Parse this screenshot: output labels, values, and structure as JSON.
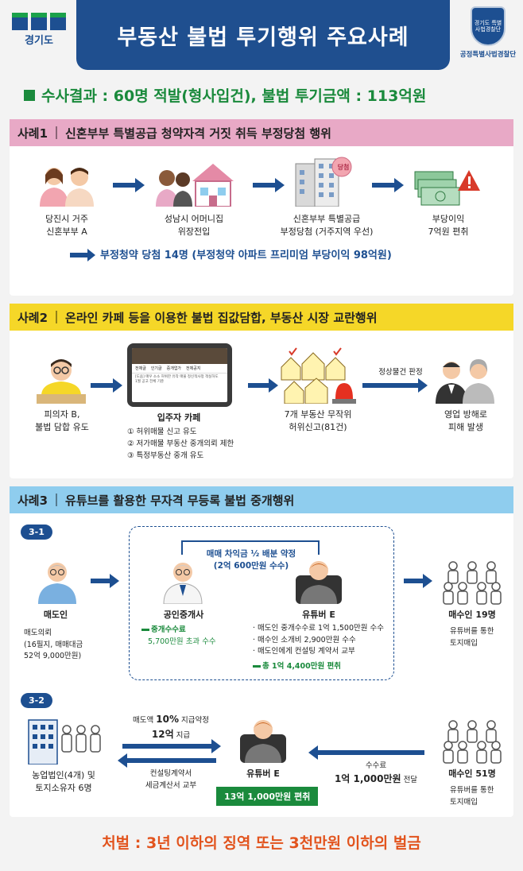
{
  "header": {
    "title": "부동산 불법 투기행위 주요사례",
    "left_logo_text": "경기도",
    "right_logo_emblem": "경기도 특별사법경찰단",
    "right_logo_caption": "공정특별사법경찰단"
  },
  "summary": "수사결과 : 60명 적발(형사입건), 불법 투기금액 : 113억원",
  "case1": {
    "tag": "사례1",
    "title": "신혼부부 특별공급 청약자격 거짓 취득 부정당첨 행위",
    "steps": [
      {
        "line1": "당진시 거주",
        "line2": "신혼부부 A"
      },
      {
        "line1": "성남시 어머니집",
        "line2": "위장전입"
      },
      {
        "line1": "신혼부부 특별공급",
        "line2": "부정당첨 (거주지역 우선)"
      },
      {
        "line1": "부당이익",
        "line2": "7억원 편취"
      }
    ],
    "building_badge": "당첨",
    "result": "부정청약 당첨 14명 (부정청약 아파트 프리미엄 부당이익 98억원)"
  },
  "case2": {
    "tag": "사례2",
    "title": "온라인 카페 등을 이용한 불법 집값담합, 부동산 시장 교란행위",
    "suspect": {
      "line1": "피의자 B,",
      "line2": "불법 담합 유도"
    },
    "cafe_title": "입주자 카페",
    "cafe_items": [
      "① 허위매물 신고 유도",
      "② 저가매물 부동산 중개의뢰 제한",
      "③ 특정부동산 중개 유도"
    ],
    "screen_tabs": [
      "전체글",
      "인기글",
      "중개업가",
      "전체공지"
    ],
    "screen_lines": [
      "[도움] 매우 소소 허위한 유작 매물 정신적사정 객실하도",
      "1월 공고 전체 기준"
    ],
    "houses": {
      "line1": "7개 부동산 무작위",
      "line2": "허위신고(81건)"
    },
    "arrow_label": "정상물건 판정",
    "victims": {
      "line1": "영업 방해로",
      "line2": "피해 발생"
    }
  },
  "case3": {
    "tag": "사례3",
    "title": "유튜브를 활용한 무자격 무등록 불법 중개행위",
    "part1": {
      "badge": "3-1",
      "seller": {
        "title": "매도인",
        "details": [
          "매도의뢰",
          "(16필지, 매매대금",
          "52억 9,000만원)"
        ]
      },
      "agreement": {
        "line1": "매매 차익금 ½ 배분 약정",
        "line2": "(2억 600만원 수수)"
      },
      "broker": {
        "title": "공인중개사",
        "fee_label": "중개수수료",
        "fee_detail": "5,700만원 초과 수수"
      },
      "youtuber": {
        "title": "유튜버 E",
        "items": [
          "· 매도인 중개수수료 1억 1,500만원 수수",
          "· 매수인 소개비 2,900만원 수수",
          "· 매도인에게 컨설팅 계약서 교부"
        ],
        "total": "총 1억 4,400만원 편취"
      },
      "buyers": {
        "title": "매수인 19명",
        "details": [
          "유튜버를 통한",
          "토지매입"
        ]
      }
    },
    "part2": {
      "badge": "3-2",
      "corp": {
        "line1": "농업법인(4개) 및",
        "line2": "토지소유자 6명"
      },
      "top_arrow": {
        "line1a": "매도액 ",
        "line1b": "10%",
        "line1c": " 지급약정",
        "line2a": "12억",
        "line2b": " 지급"
      },
      "bottom_arrow": {
        "line1": "컨설팅계약서",
        "line2": "세금계산서 교부"
      },
      "youtuber": {
        "title": "유튜버 E",
        "amount": "13억 1,000만원 편취"
      },
      "fee_arrow": {
        "line1": "수수료",
        "line2a": "1억 1,000만원",
        "line2b": " 전달"
      },
      "buyers": {
        "title": "매수인 51명",
        "details": [
          "유튜버를 통한",
          "토지매입"
        ]
      }
    }
  },
  "penalty": "처벌 : 3년 이하의 징역 또는 3천만원 이하의 벌금",
  "colors": {
    "navy": "#1f4f8f",
    "green": "#1a8a3c",
    "pink": "#e8a9c6",
    "yellow": "#f5d728",
    "sky": "#8fcdee",
    "orange": "#e2541e"
  },
  "icons": [
    "couple-icon",
    "family-house-icon",
    "apartment-icon",
    "money-warning-icon",
    "person-icon",
    "tablet-icon",
    "houses-icon",
    "siren-icon",
    "victims-icon",
    "crowd-icon",
    "office-building-icon"
  ]
}
